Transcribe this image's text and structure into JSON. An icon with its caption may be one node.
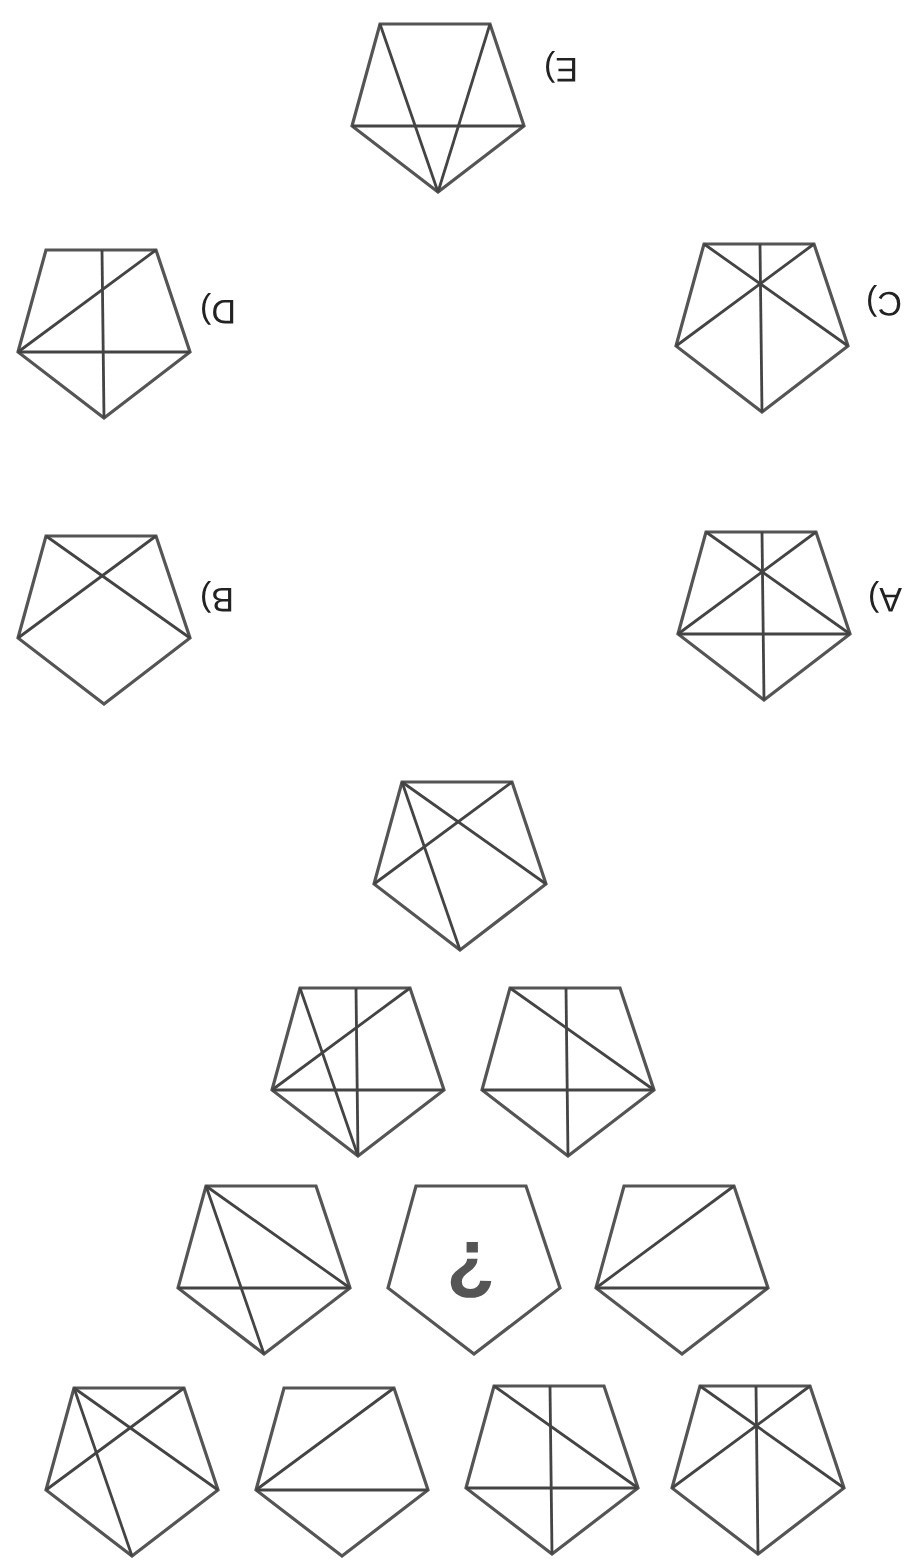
{
  "diagram": {
    "nodes": [
      {
        "text": [],
        "shape": "pentagon",
        "beside": [
          "E)"
        ]
      },
      {
        "text": [],
        "shape": "pentagon",
        "beside": [
          "D)"
        ]
      },
      {
        "text": [],
        "shape": "pentagon",
        "beside": [
          "C)"
        ]
      },
      {
        "text": [],
        "shape": "pentagon",
        "beside": [
          "B)"
        ]
      },
      {
        "text": [],
        "shape": "pentagon",
        "beside": [
          "A)"
        ]
      },
      {
        "text": [],
        "shape": "pentagon"
      },
      {
        "text": [],
        "shape": "pentagon"
      },
      {
        "text": [],
        "shape": "pentagon"
      },
      {
        "text": [],
        "shape": "pentagon"
      },
      {
        "text": [
          "?"
        ]
      },
      {
        "text": [],
        "shape": "pentagon"
      },
      {
        "text": [],
        "shape": "pentagon"
      },
      {
        "text": [],
        "shape": "pentagon"
      },
      {
        "text": [],
        "shape": "pentagon"
      },
      {
        "text": [],
        "shape": "pentagon"
      }
    ]
  }
}
